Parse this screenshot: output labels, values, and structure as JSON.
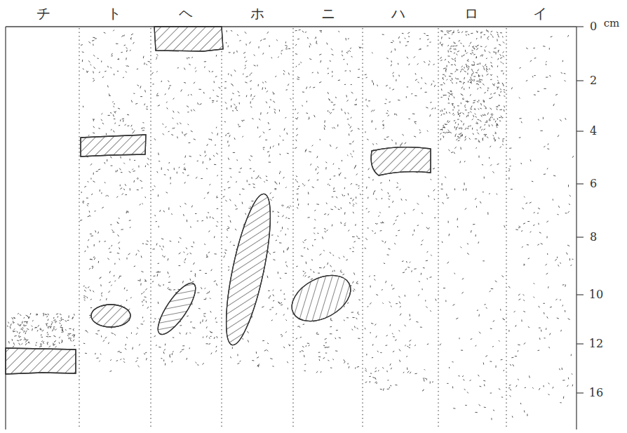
{
  "diagram": {
    "labels": [
      "チ",
      "ト",
      "ヘ",
      "ホ",
      "ニ",
      "ハ",
      "ロ",
      "イ",
      "0",
      "cm",
      "2",
      "4",
      "6",
      "8",
      "10",
      "12",
      "16"
    ]
  }
}
